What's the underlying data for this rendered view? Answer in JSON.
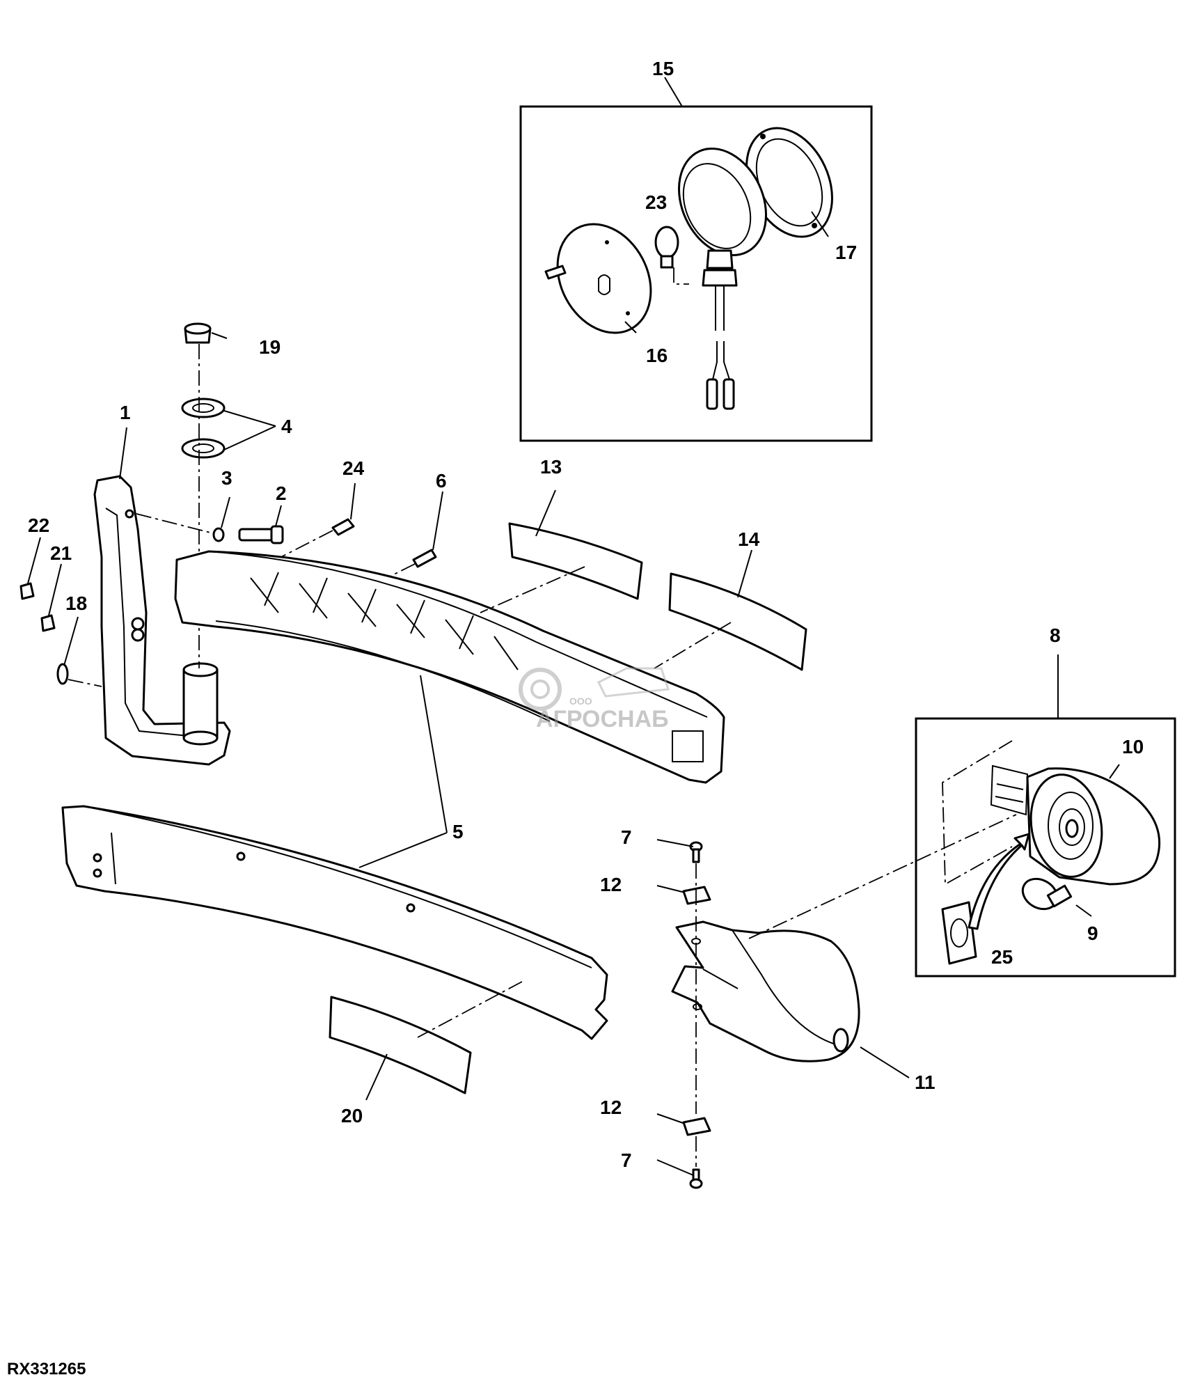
{
  "figure_id": "RX331265",
  "watermark": {
    "brand": "АГРОСНАБ",
    "prefix": "ООО"
  },
  "callouts": {
    "c1": "1",
    "c2": "2",
    "c3": "3",
    "c4": "4",
    "c5": "5",
    "c6": "6",
    "c7a": "7",
    "c7b": "7",
    "c8": "8",
    "c9": "9",
    "c10": "10",
    "c11": "11",
    "c12a": "12",
    "c12b": "12",
    "c13": "13",
    "c14": "14",
    "c15": "15",
    "c16": "16",
    "c17": "17",
    "c18": "18",
    "c19": "19",
    "c20": "20",
    "c21": "21",
    "c22": "22",
    "c23": "23",
    "c24": "24",
    "c25": "25"
  }
}
